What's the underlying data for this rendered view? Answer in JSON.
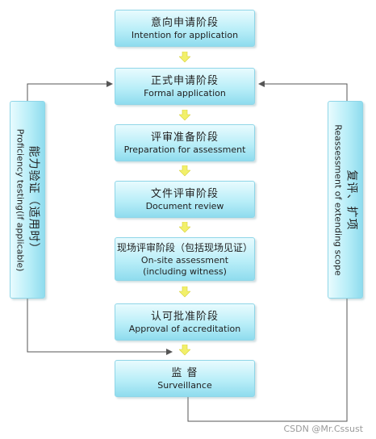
{
  "stages": [
    {
      "zh": "意向申请阶段",
      "en": "Intention for application"
    },
    {
      "zh": "正式申请阶段",
      "en": "Formal application"
    },
    {
      "zh": "评审准备阶段",
      "en": "Preparation for assessment"
    },
    {
      "zh": "文件评审阶段",
      "en": "Document review"
    },
    {
      "zh": "现场评审阶段（包括现场见证）",
      "en": "On-site assessment",
      "en2": "(including witness)"
    },
    {
      "zh": "认可批准阶段",
      "en": "Approval of accreditation"
    },
    {
      "zh": "监 督",
      "en": "Surveillance"
    }
  ],
  "left_side": {
    "zh": "能力验证（适用时）",
    "en": "Proficiency testing(if applicable)"
  },
  "right_side": {
    "zh": "复评、扩项",
    "en": "Reassessment of extending scope"
  },
  "watermark": "CSDN @Mr.Cssust",
  "colors": {
    "box_top": "#e8fbfe",
    "box_bottom": "#8fdcee",
    "arrow": "#f2f06a",
    "line": "#555555"
  }
}
